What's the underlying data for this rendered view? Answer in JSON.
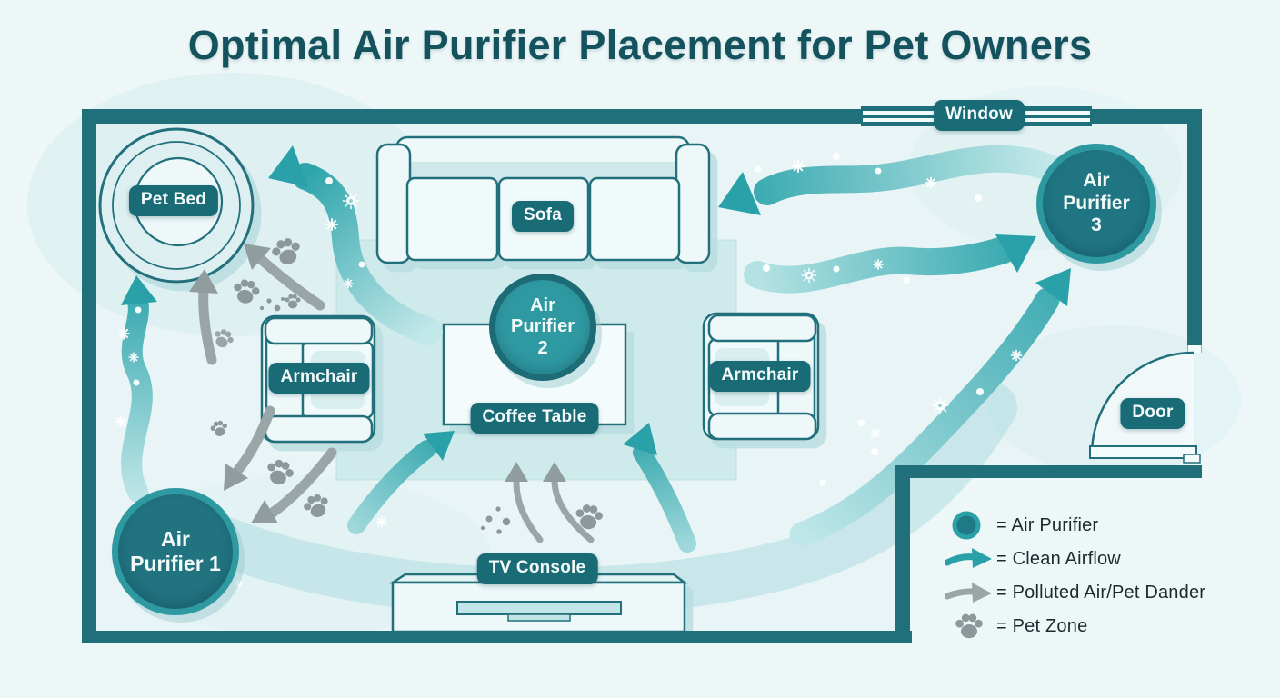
{
  "title": "Optimal Air Purifier Placement for Pet Owners",
  "room": {
    "labels": {
      "window": "Window",
      "door": "Door",
      "pet_bed": "Pet Bed",
      "sofa": "Sofa",
      "armchair_left": "Armchair",
      "armchair_right": "Armchair",
      "coffee_table": "Coffee Table",
      "tv_console": "TV Console"
    },
    "purifiers": [
      {
        "id": 1,
        "label": "Air\nPurifier 1"
      },
      {
        "id": 2,
        "label": "Air\nPurifier\n2"
      },
      {
        "id": 3,
        "label": "Air\nPurifier\n3"
      }
    ]
  },
  "legend": {
    "items": [
      {
        "icon": "air-purifier-icon",
        "label": "= Air Purifier"
      },
      {
        "icon": "clean-airflow-icon",
        "label": "= Clean Airflow"
      },
      {
        "icon": "polluted-air-icon",
        "label": "= Polluted Air/Pet Dander"
      },
      {
        "icon": "pet-zone-icon",
        "label": "= Pet Zone"
      }
    ]
  },
  "colors": {
    "title": "#14525e",
    "wall": "#20707c",
    "label_bg": "#196b76",
    "clean_airflow": "#2aa1a8",
    "polluted_air": "#9aa5a7",
    "paw": "#8d989b",
    "floor": "#e8f4f5",
    "rug": "#cde9ea",
    "purifier_dark": "#20737f",
    "purifier_light": "#2f99a2"
  }
}
